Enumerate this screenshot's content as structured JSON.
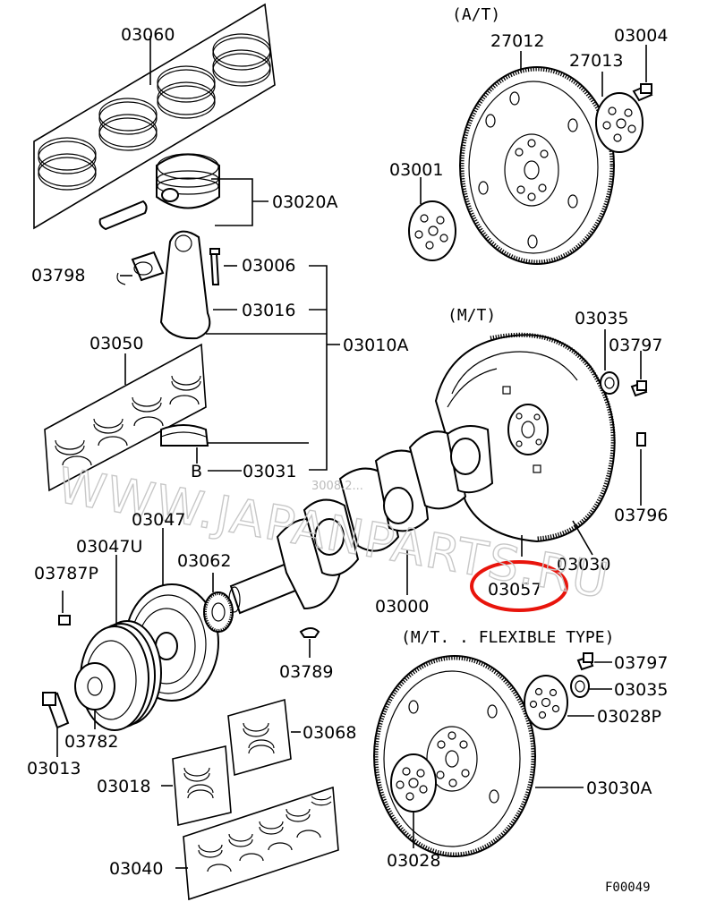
{
  "headers": {
    "at": "(A/T)",
    "mt": "(M/T)",
    "mt_flex": "(M/T. . FLEXIBLE TYPE)"
  },
  "labels": {
    "p03060": "03060",
    "p03020a": "03020A",
    "p03798": "03798",
    "p03006": "03006",
    "p03016": "03016",
    "p03010a": "03010A",
    "p03050": "03050",
    "p03031": "03031",
    "b_marker": "B",
    "p27012": "27012",
    "p03004": "03004",
    "p27013": "27013",
    "p03001": "03001",
    "p03035_top": "03035",
    "p03797_top": "03797",
    "p03796": "03796",
    "p03030": "03030",
    "p03057": "03057",
    "p03000": "03000",
    "p03047": "03047",
    "p03047u": "03047U",
    "p03062": "03062",
    "p03787p": "03787P",
    "p03789": "03789",
    "p03782": "03782",
    "p03013": "03013",
    "p03068": "03068",
    "p03018": "03018",
    "p03040": "03040",
    "p03797_bot": "03797",
    "p03035_bot": "03035",
    "p03028p": "03028P",
    "p03030a": "03030A",
    "p03028": "03028",
    "fig_code": "F00049"
  },
  "watermark": {
    "main": "WWW.JAPANPARTS.RU",
    "small": "3008.2..."
  },
  "colors": {
    "highlight": "#e8140c",
    "line": "#000000",
    "watermark": "#c8c8c8"
  },
  "highlighted_part": "03057"
}
